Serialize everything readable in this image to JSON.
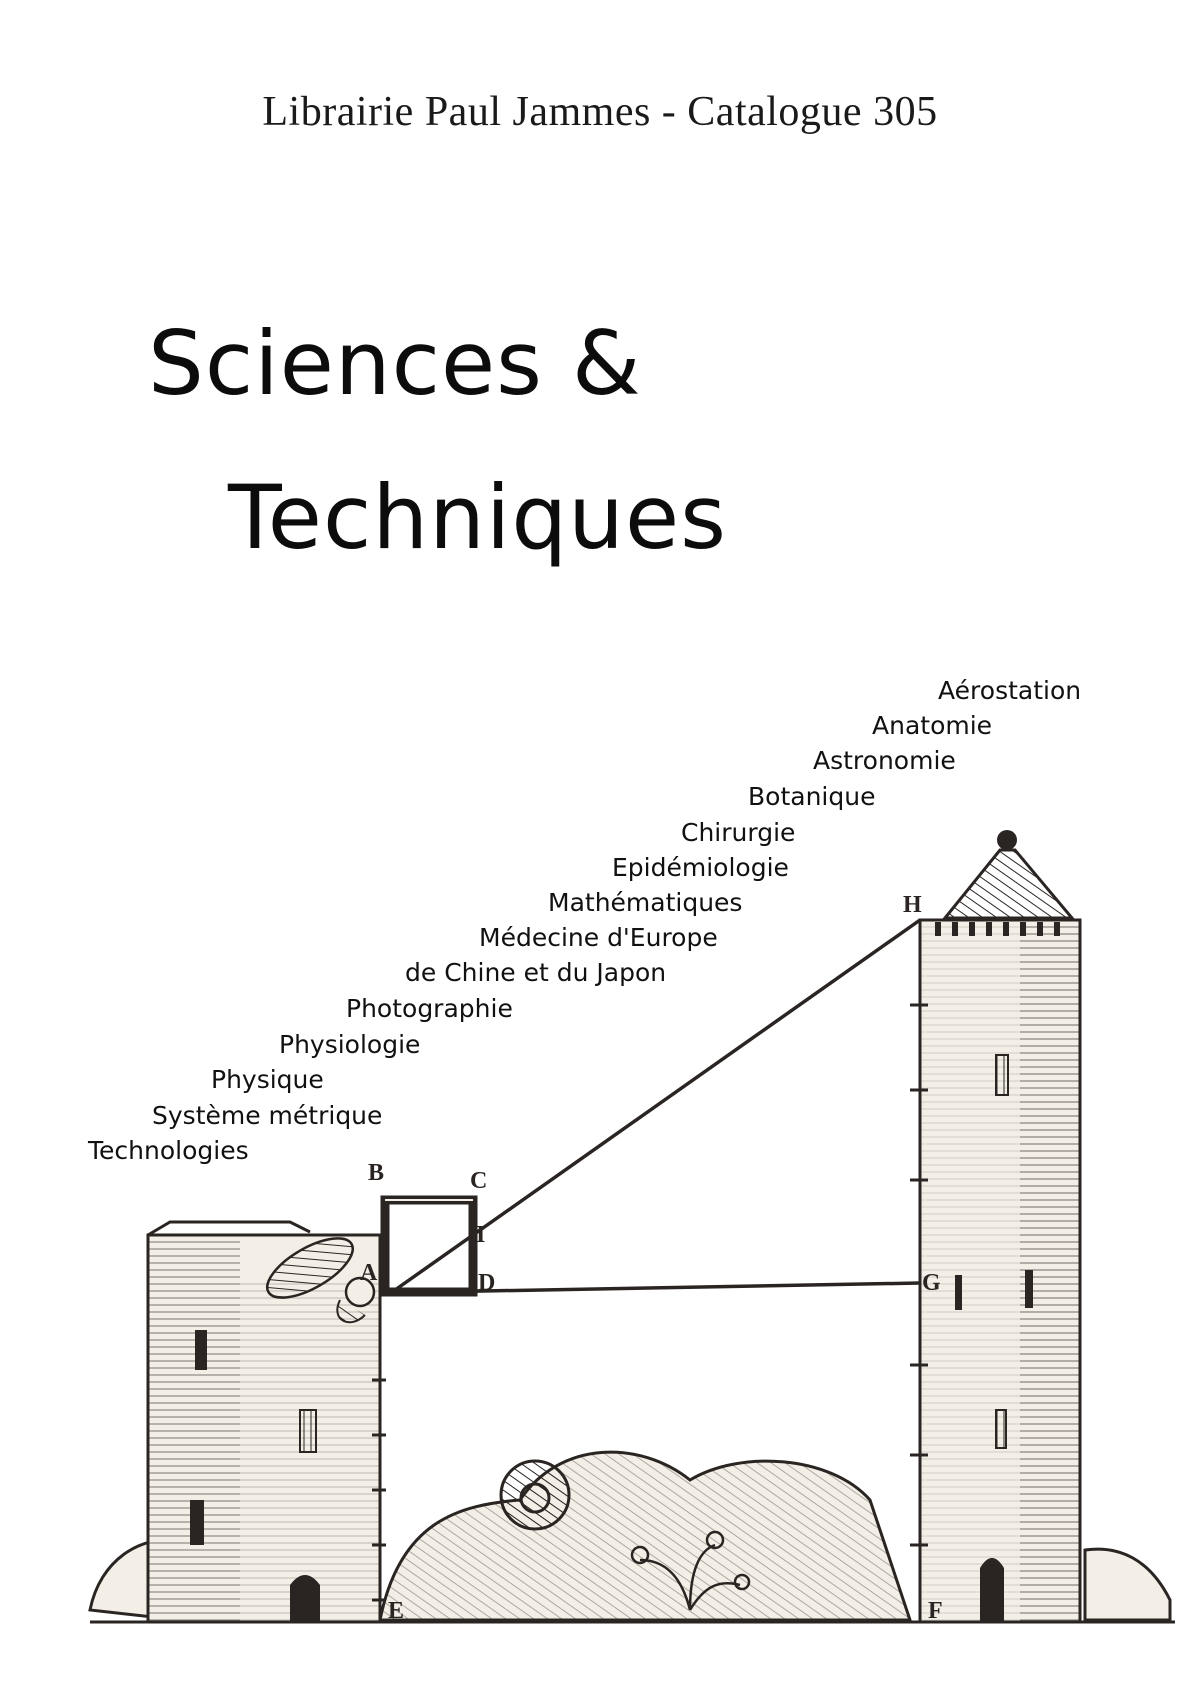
{
  "header": {
    "text": "Librairie Paul Jammes - Catalogue 305"
  },
  "title": {
    "line1": "Sciences &",
    "line2": "Techniques"
  },
  "topics": [
    "Aérostation",
    "Anatomie",
    "Astronomie",
    "Botanique",
    "Chirurgie",
    "Epidémiologie",
    "Mathématiques",
    "Médecine d'Europe",
    "de Chine et du Japon",
    "Photographie",
    "Physiologie",
    "Physique",
    "Système métrique",
    "Technologies"
  ],
  "engraving_letters": [
    "B",
    "C",
    "A",
    "D",
    "I",
    "H",
    "G",
    "E",
    "F"
  ],
  "colors": {
    "ink": "#2a2522",
    "paper": "#f3efe6",
    "text": "#111111"
  }
}
